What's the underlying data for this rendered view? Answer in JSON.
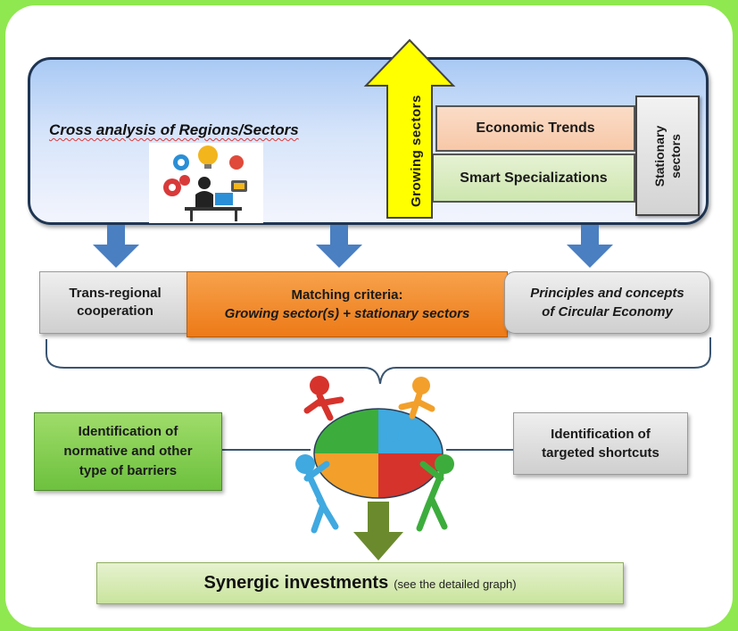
{
  "top": {
    "cross_analysis": "Cross analysis of Regions/Sectors",
    "growing_sectors": "Growing  sectors",
    "economic_trends": "Economic Trends",
    "smart_specializations": "Smart  Specializations",
    "stationary_line1": "Stationary",
    "stationary_line2": "sectors"
  },
  "middle": {
    "trans_line1": "Trans-regional",
    "trans_line2": "cooperation",
    "matching_line1": "Matching criteria:",
    "matching_line2": "Growing sector(s) + stationary sectors",
    "circular_line1": "Principles and concepts",
    "circular_line2": "of Circular Economy"
  },
  "lower": {
    "barriers_line1": "Identification of",
    "barriers_line2": "normative and other",
    "barriers_line3": "type of barriers",
    "shortcuts_line1": "Identification of",
    "shortcuts_line2": "targeted shortcuts"
  },
  "bottom": {
    "synergic": "Synergic investments",
    "synergic_note": "(see the detailed graph)"
  },
  "colors": {
    "background": "#8fe84f",
    "arrow_blue": "#4a7fc1",
    "growing_arrow": "#ffff00",
    "matching_orange": "#ed7a17",
    "barrier_green": "#6dc13e",
    "down_arrow_olive": "#6b8a2e"
  },
  "icons": [
    "growth-icon",
    "idea-bulb-icon",
    "gear-icon",
    "person-at-desk-icon",
    "puzzle-team-icon"
  ]
}
